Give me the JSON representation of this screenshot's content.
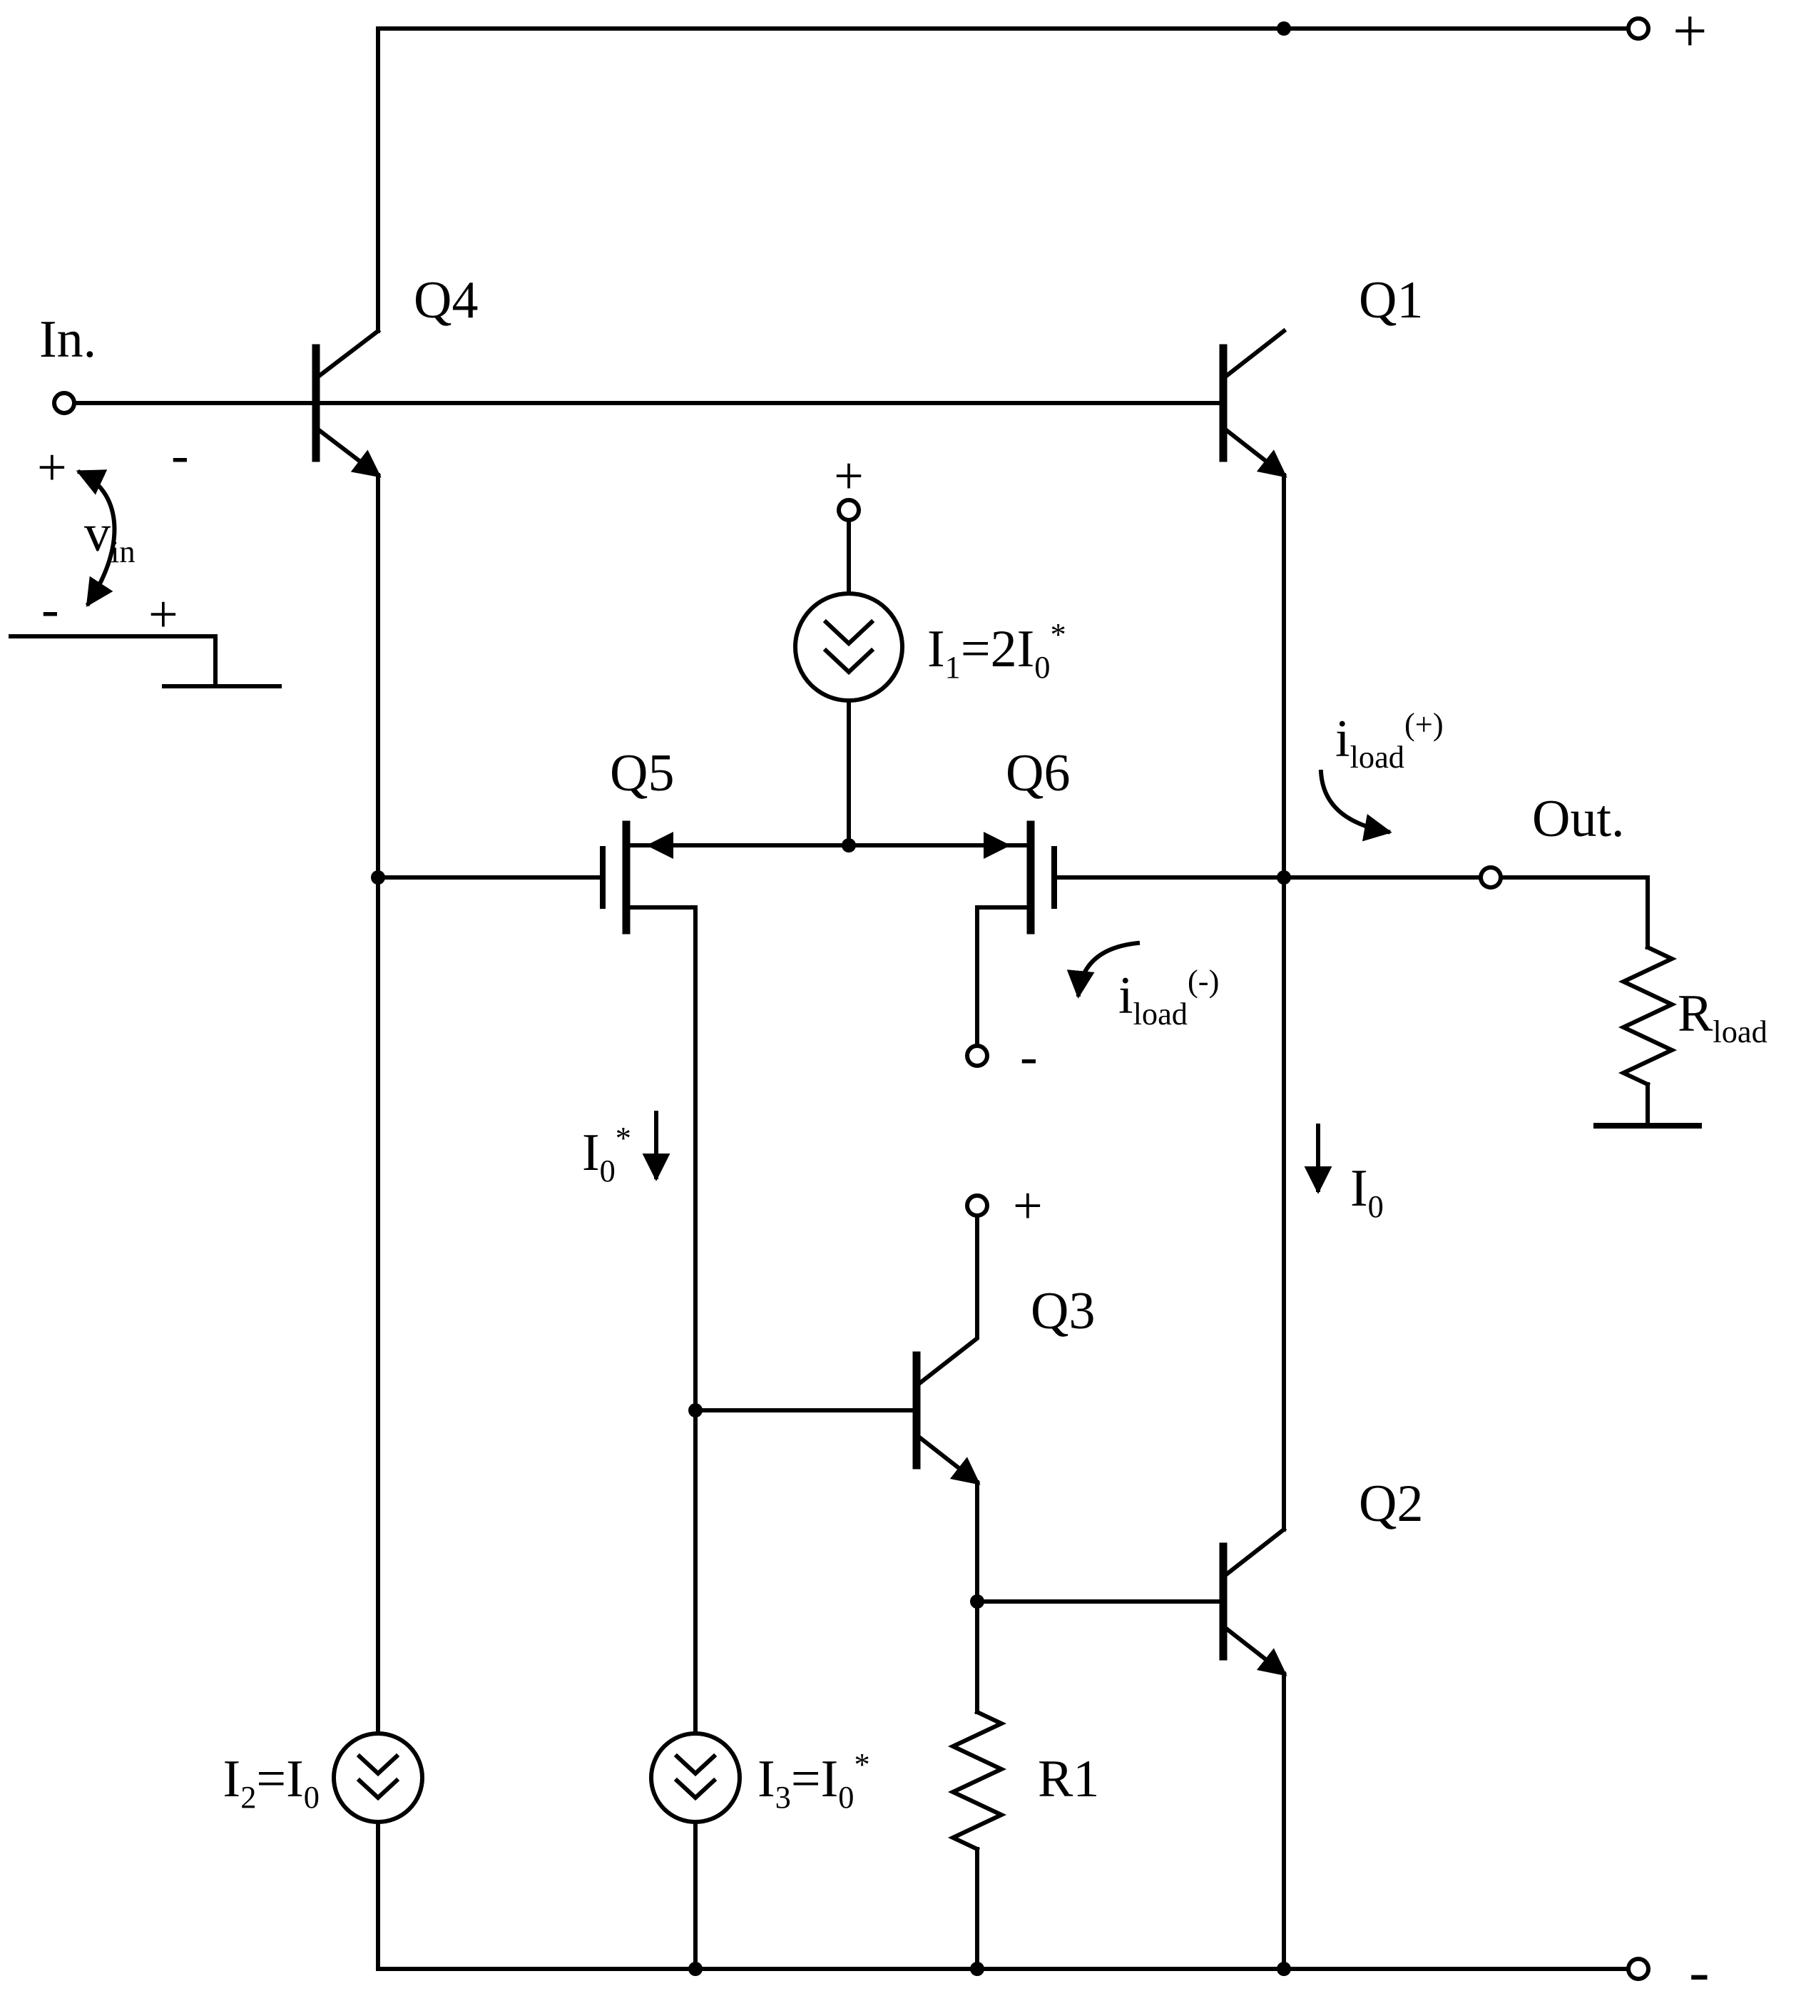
{
  "figure": {
    "type": "analog-amplifier-schematic",
    "description": "Push-pull output stage schematic with transistors Q1-Q6, bias current sources and load resistor"
  },
  "colors": {
    "wire": "#000000",
    "background": "#ffffff",
    "text": "#000000"
  },
  "labels": {
    "in": "In.",
    "out": "Out.",
    "q1": "Q1",
    "q2": "Q2",
    "q3": "Q3",
    "q4": "Q4",
    "q5": "Q5",
    "q6": "Q6",
    "r1": "R1",
    "supply_plus": "+",
    "supply_minus": "-",
    "i1_terminal_plus": "+",
    "q6_terminal_minus": "-",
    "q3_terminal_plus": "+",
    "vin_top_plus": "+",
    "vin_top_minus": "-",
    "vin_bottom_minus": "-",
    "vin_bottom_plus": "+"
  },
  "rich": {
    "vin": [
      {
        "t": "v"
      },
      {
        "t": "in",
        "s": "sub"
      }
    ],
    "i1": [
      {
        "t": "I"
      },
      {
        "t": "1",
        "s": "sub"
      },
      {
        "t": "=2I"
      },
      {
        "t": "0",
        "s": "sub"
      },
      {
        "t": "*",
        "s": "sup"
      }
    ],
    "i2": [
      {
        "t": "I"
      },
      {
        "t": "2",
        "s": "sub"
      },
      {
        "t": "=I"
      },
      {
        "t": "0",
        "s": "sub"
      }
    ],
    "i3": [
      {
        "t": "I"
      },
      {
        "t": "3",
        "s": "sub"
      },
      {
        "t": "=I"
      },
      {
        "t": "0",
        "s": "sub"
      },
      {
        "t": "*",
        "s": "sup"
      }
    ],
    "i0": [
      {
        "t": "I"
      },
      {
        "t": "0",
        "s": "sub"
      }
    ],
    "i0star": [
      {
        "t": "I"
      },
      {
        "t": "0",
        "s": "sub"
      },
      {
        "t": "*",
        "s": "sup"
      }
    ],
    "iload_plus": [
      {
        "t": "i"
      },
      {
        "t": "load",
        "s": "sub"
      },
      {
        "t": "(+)",
        "s": "sup"
      }
    ],
    "iload_minus": [
      {
        "t": "i"
      },
      {
        "t": "load",
        "s": "sub"
      },
      {
        "t": "(-)",
        "s": "sup"
      }
    ],
    "rload": [
      {
        "t": "R"
      },
      {
        "t": "load",
        "s": "sub"
      }
    ]
  }
}
